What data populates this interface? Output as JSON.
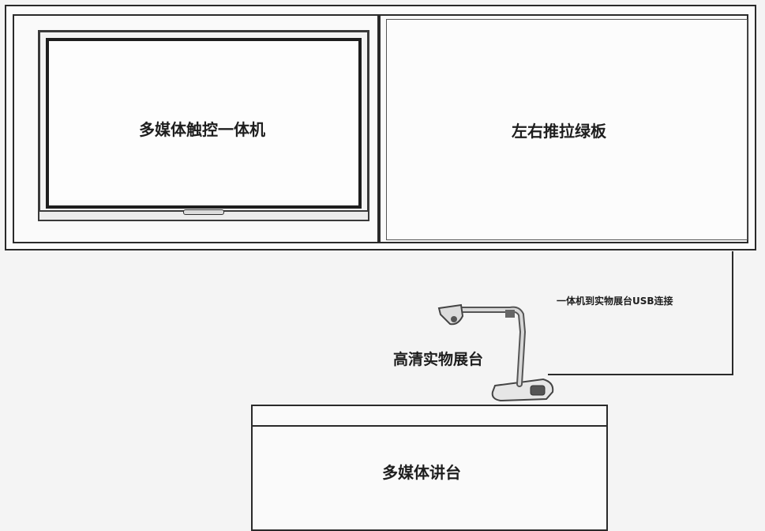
{
  "labels": {
    "touch_screen": "多媒体触控一体机",
    "sliding_board": "左右推拉绿板",
    "usb_connection": "一体机到实物展台USB连接",
    "document_camera": "高清实物展台",
    "podium": "多媒体讲台"
  }
}
